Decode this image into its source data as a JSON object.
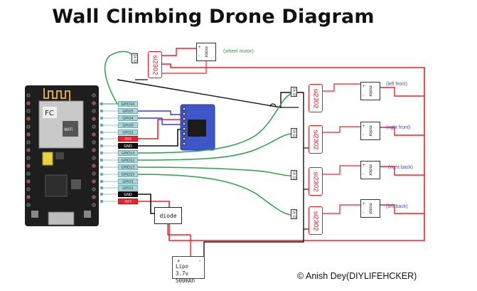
{
  "title": "Wall Climbing Drone Diagram",
  "credit": "© Anish Dey(DIYLIFEHCKER)",
  "controller": {
    "pins": [
      {
        "label": "GPIO16",
        "kind": "signal"
      },
      {
        "label": "GPIO5",
        "kind": "signal"
      },
      {
        "label": "GPIO4",
        "kind": "signal"
      },
      {
        "label": "GPIO0",
        "kind": "signal"
      },
      {
        "label": "GPIO2",
        "kind": "signal"
      },
      {
        "label": "3V3",
        "kind": "power"
      },
      {
        "label": "GND",
        "kind": "ground"
      },
      {
        "label": "GPIO14",
        "kind": "signal"
      },
      {
        "label": "GPIO12",
        "kind": "signal"
      },
      {
        "label": "GPIO13",
        "kind": "signal"
      },
      {
        "label": "GPIO15",
        "kind": "signal"
      },
      {
        "label": "GPIO3",
        "kind": "signal"
      },
      {
        "label": "GPIO1",
        "kind": "signal"
      },
      {
        "label": "GND",
        "kind": "ground"
      },
      {
        "label": "3V3",
        "kind": "power"
      }
    ]
  },
  "drivers": [
    {
      "ic": "si2302",
      "resistor": "1k Ω",
      "motor": "motor",
      "label": "(wheel motor)"
    },
    {
      "ic": "si2302",
      "resistor": "1k Ω",
      "motor": "motor",
      "label": "(left front)"
    },
    {
      "ic": "si2302",
      "resistor": "1k Ω",
      "motor": "motor",
      "label": "(right front)"
    },
    {
      "ic": "si2302",
      "resistor": "1k Ω",
      "motor": "motor",
      "label": "(right back)"
    },
    {
      "ic": "si2302",
      "resistor": "1k Ω",
      "motor": "motor",
      "label": "(left back)"
    }
  ],
  "motor_polarity": {
    "plus": "+",
    "minus": "-"
  },
  "diode": {
    "label": "diode"
  },
  "battery": {
    "line1": "Lipo 3.7v",
    "line2": "500mAh",
    "plus": "+",
    "minus": "-"
  },
  "colors": {
    "power": "#e8242c",
    "signal": "#2ba24a",
    "ground": "#111111",
    "i2c": "#3b3bd6",
    "pin": "#a9d8dc",
    "sensor": "#3f56c9",
    "board": "#1e1e1e"
  }
}
